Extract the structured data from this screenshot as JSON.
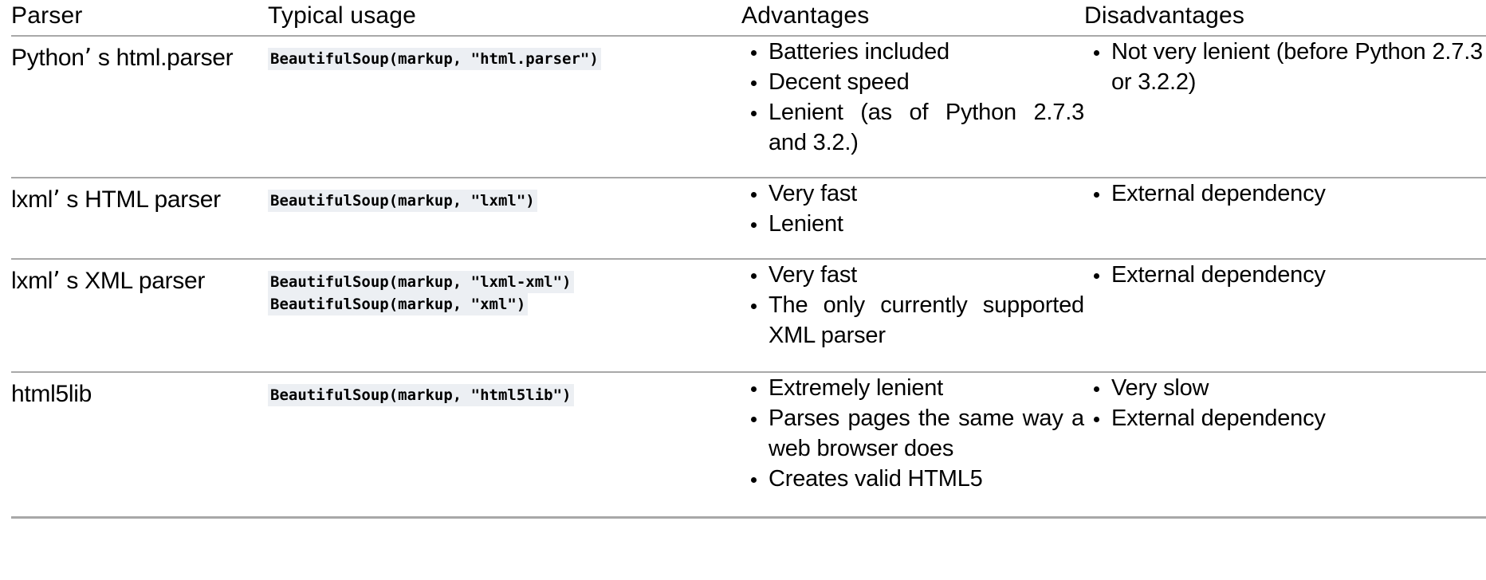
{
  "table": {
    "headers": {
      "parser": "Parser",
      "usage": "Typical usage",
      "advantages": "Advantages",
      "disadvantages": "Disadvantages"
    },
    "rows": [
      {
        "parser_prefix": "Python",
        "parser_apostrophe": "’",
        "parser_suffix": " s html.parser",
        "code_lines": [
          "BeautifulSoup(markup, \"html.parser\")"
        ],
        "advantages": [
          "Batteries included",
          "Decent speed",
          "Lenient (as of Python 2.7.3 and 3.2.)"
        ],
        "disadvantages": [
          "Not very lenient (before Python 2.7.3 or 3.2.2)"
        ]
      },
      {
        "parser_prefix": "lxml",
        "parser_apostrophe": "’",
        "parser_suffix": " s HTML parser",
        "code_lines": [
          "BeautifulSoup(markup, \"lxml\")"
        ],
        "advantages": [
          "Very fast",
          "Lenient"
        ],
        "disadvantages": [
          "External dependency"
        ]
      },
      {
        "parser_prefix": "lxml",
        "parser_apostrophe": "’",
        "parser_suffix": " s XML parser",
        "code_lines": [
          "BeautifulSoup(markup, \"lxml-xml\")",
          "BeautifulSoup(markup, \"xml\")"
        ],
        "advantages": [
          "Very fast",
          "The only currently supported XML parser"
        ],
        "disadvantages": [
          "External dependency"
        ]
      },
      {
        "parser_prefix": "html5lib",
        "parser_apostrophe": "",
        "parser_suffix": "",
        "code_lines": [
          "BeautifulSoup(markup, \"html5lib\")"
        ],
        "advantages": [
          "Extremely lenient",
          "Parses pages the same way a web browser does",
          "Creates valid HTML5"
        ],
        "disadvantages": [
          "Very slow",
          "External dependency"
        ]
      }
    ]
  }
}
